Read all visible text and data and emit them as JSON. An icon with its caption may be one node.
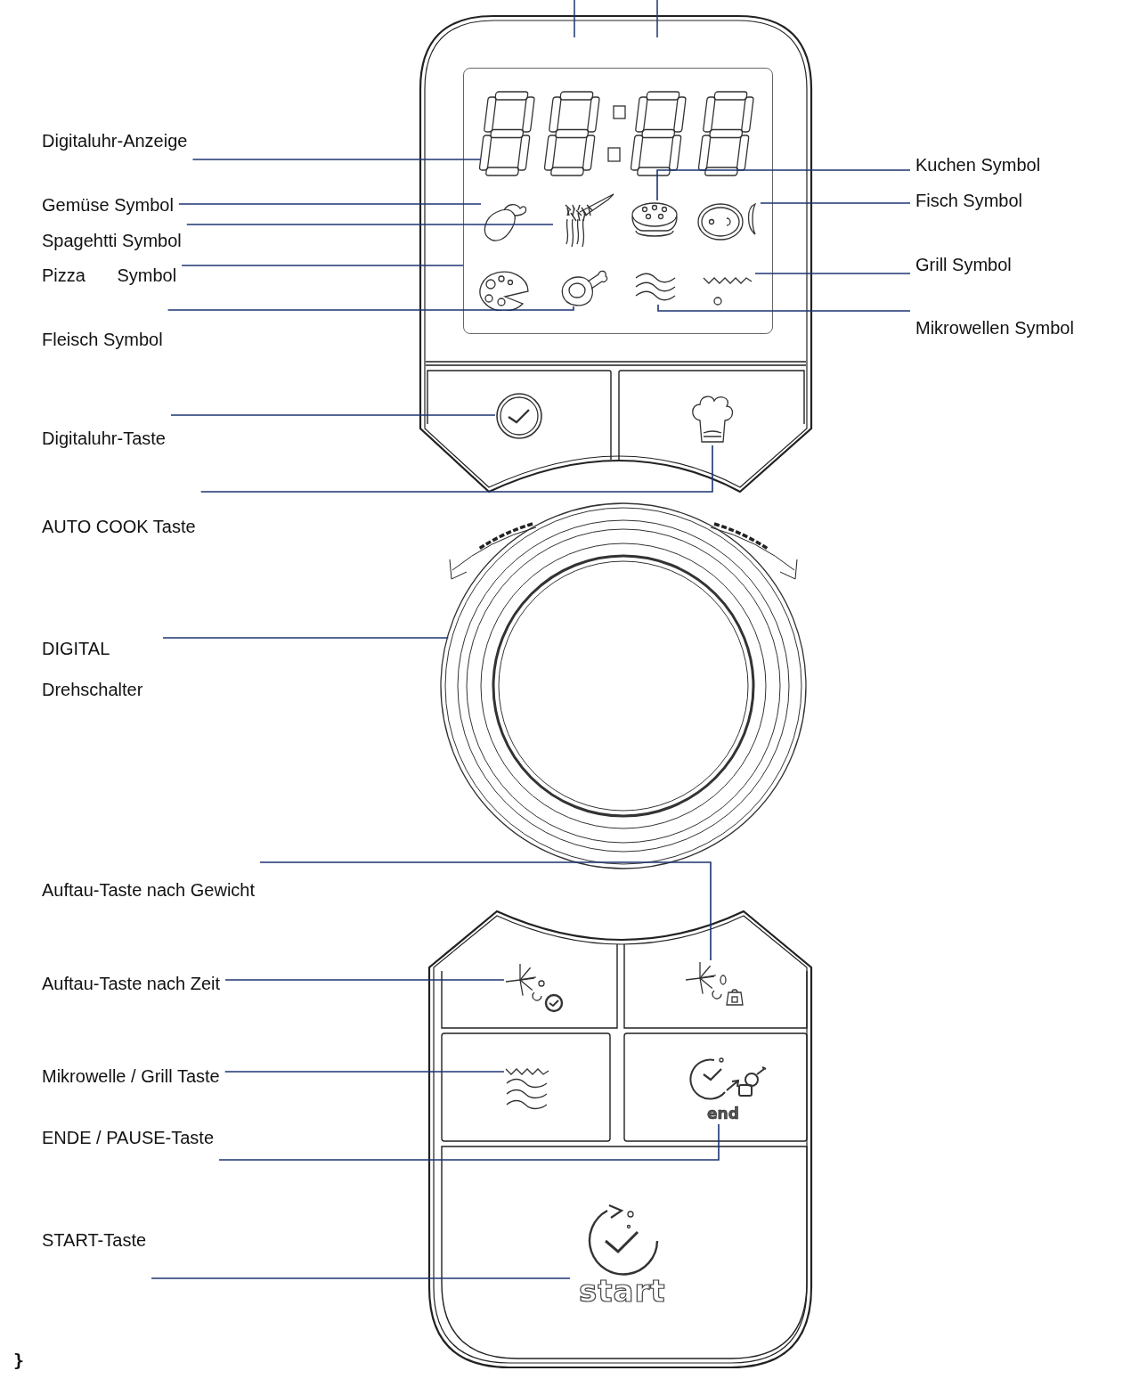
{
  "diagram": {
    "nodes": [
      {
        "text": [
          "Digitaluhr-Anzeige"
        ]
      },
      {
        "text": [
          "Gemüse Symbol"
        ]
      },
      {
        "text": [
          "Spagehtti Symbol"
        ]
      },
      {
        "text": [
          "Pizza Symbol"
        ]
      },
      {
        "text": [
          "Fleisch Symbol"
        ]
      },
      {
        "text": [
          "Digitaluhr-Taste"
        ]
      },
      {
        "text": [
          "AUTO COOK Taste"
        ]
      },
      {
        "text": [
          "DIGITAL Drehschalter"
        ]
      },
      {
        "text": [
          "Auftau-Taste nach Gewicht"
        ]
      },
      {
        "text": [
          "Auftau-Taste nach Zeit"
        ]
      },
      {
        "text": [
          "Mikrowelle / Grill Taste"
        ]
      },
      {
        "text": [
          "ENDE / PAUSE-Taste"
        ]
      },
      {
        "text": [
          "START-Taste"
        ]
      },
      {
        "text": [
          "Kuchen Symbol"
        ]
      },
      {
        "text": [
          "Fisch Symbol"
        ]
      },
      {
        "text": [
          "Grill Symbol"
        ]
      },
      {
        "text": [
          "Mikrowellen Symbol"
        ]
      },
      {
        "text": [],
        "shape": "box"
      },
      {
        "text": [],
        "shape": "picture",
        "in": 17
      },
      {
        "text": [],
        "shape": "picture",
        "in": 17
      },
      {
        "text": [],
        "shape": "picture",
        "in": 17
      },
      {
        "text": [],
        "shape": "picture",
        "in": 17
      },
      {
        "text": [],
        "shape": "picture",
        "in": 17
      },
      {
        "text": [],
        "shape": "picture",
        "in": 17
      },
      {
        "text": [],
        "shape": "picture",
        "in": 17
      },
      {
        "text": [],
        "shape": "picture",
        "in": 17
      },
      {
        "text": [],
        "shape": "picture"
      },
      {
        "text": [],
        "shape": "picture"
      },
      {
        "text": [],
        "shape": "circle"
      },
      {
        "text": [],
        "shape": "picture"
      },
      {
        "text": [],
        "shape": "picture"
      },
      {
        "text": [],
        "shape": "picture"
      },
      {
        "text": [
          "end"
        ]
      },
      {
        "text": [
          "start"
        ]
      }
    ],
    "edges": [
      {
        "from": 0,
        "to": 18,
        "arrow": "none"
      },
      {
        "from": 1,
        "to": 19,
        "arrow": "none"
      },
      {
        "from": 2,
        "to": 20,
        "arrow": "none"
      },
      {
        "from": 3,
        "to": 17,
        "arrow": "none"
      },
      {
        "from": 4,
        "to": 23,
        "arrow": "none"
      },
      {
        "from": 5,
        "to": 26,
        "arrow": "none"
      },
      {
        "from": 6,
        "to": 27,
        "arrow": "none"
      },
      {
        "from": 7,
        "to": 28,
        "arrow": "none"
      },
      {
        "from": 8,
        "to": 30,
        "arrow": "none"
      },
      {
        "from": 9,
        "to": 29,
        "arrow": "none"
      },
      {
        "from": 10,
        "to": 31,
        "arrow": "none"
      },
      {
        "from": 11,
        "to": 32,
        "arrow": "none"
      },
      {
        "from": 12,
        "to": 33,
        "arrow": "none"
      },
      {
        "from": 13,
        "to": 21,
        "arrow": "none"
      },
      {
        "from": 14,
        "to": 22,
        "arrow": "none"
      },
      {
        "from": 15,
        "to": 25,
        "arrow": "none"
      },
      {
        "from": 16,
        "to": 24,
        "arrow": "none"
      }
    ],
    "labels": [
      "}"
    ]
  }
}
